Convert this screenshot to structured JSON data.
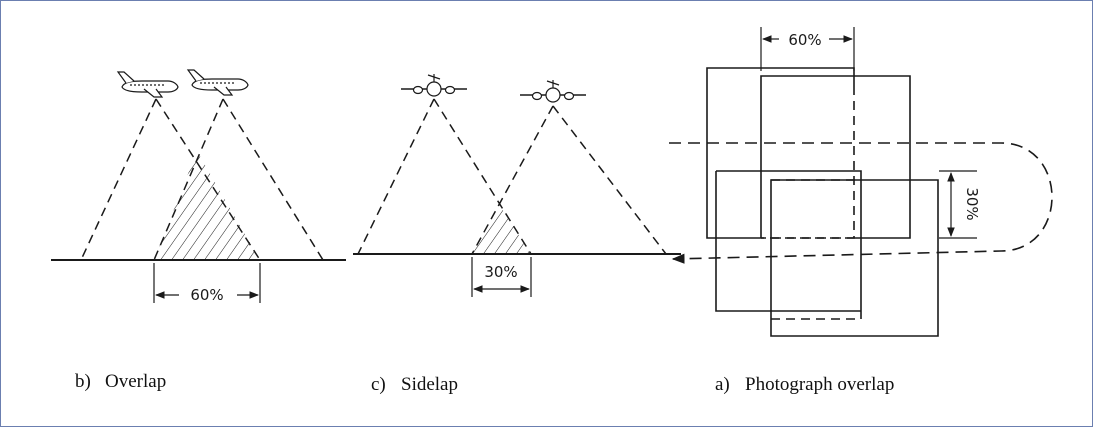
{
  "colors": {
    "line": "#1a1a1a",
    "frame": "#6b7fb0",
    "background": "#ffffff"
  },
  "icons": [
    "airplane-side-icon",
    "airplane-front-icon"
  ],
  "panels": {
    "overlap": {
      "dimension_label": "60%",
      "caption_letter": "b)",
      "caption_text": "Overlap"
    },
    "sidelap": {
      "dimension_label": "30%",
      "caption_letter": "c)",
      "caption_text": "Sidelap"
    },
    "photograph_overlap": {
      "overlap_label": "60%",
      "sidelap_label": "30%",
      "caption_letter": "a)",
      "caption_text": "Photograph overlap"
    }
  }
}
